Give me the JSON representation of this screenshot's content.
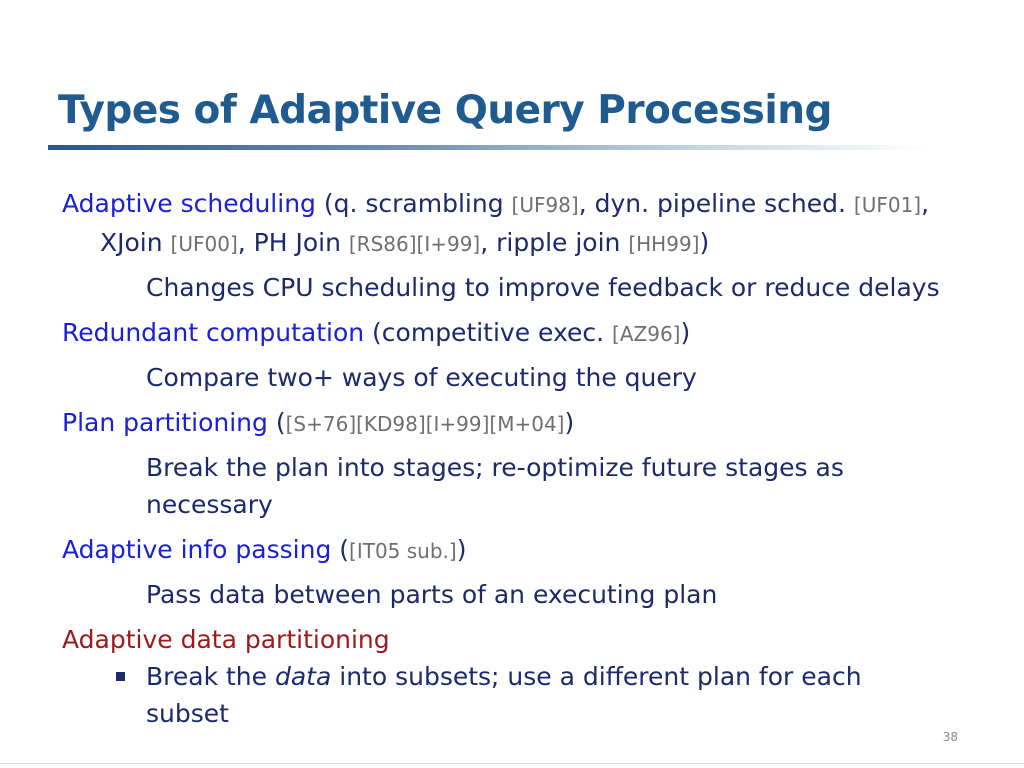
{
  "slide": {
    "title": "Types of Adaptive Query Processing",
    "page_number": "38"
  },
  "items": [
    {
      "head": "Adaptive scheduling",
      "parts": [
        " (q. scrambling ",
        "[UF98]",
        ", dyn. pipeline sched. ",
        "[UF01]",
        ", XJoin ",
        "[UF00]",
        ", PH Join ",
        "[RS86][I+99]",
        ", ripple join ",
        "[HH99]",
        ")"
      ],
      "sub": "Changes CPU scheduling to improve feedback or reduce delays"
    },
    {
      "head": "Redundant computation",
      "parts": [
        " (competitive exec. ",
        "[AZ96]",
        ")"
      ],
      "sub": "Compare two+ ways of executing the query"
    },
    {
      "head": "Plan partitioning",
      "parts": [
        " (",
        "[S+76][KD98][I+99][M+04]",
        ")"
      ],
      "sub": "Break the plan into stages; re-optimize future stages as necessary"
    },
    {
      "head": "Adaptive info passing",
      "parts": [
        " (",
        "[IT05 sub.]",
        ")"
      ],
      "sub": "Pass data between parts of an executing plan"
    },
    {
      "head": "Adaptive data partitioning",
      "bullet": {
        "before": "Break the ",
        "emph": "data",
        "after": " into subsets; use a different plan for each subset"
      }
    }
  ]
}
